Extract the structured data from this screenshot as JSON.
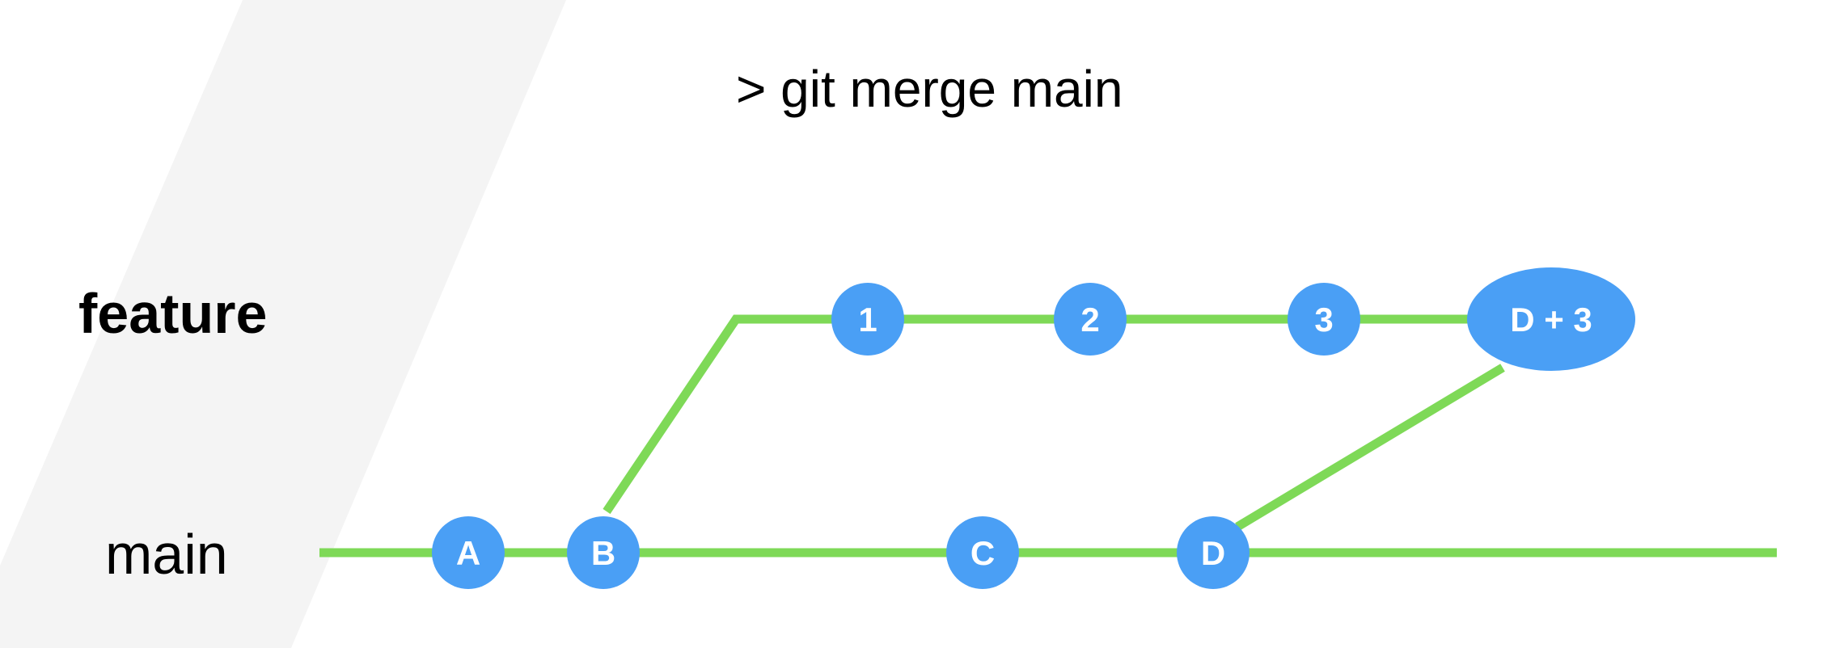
{
  "command": "> git merge main",
  "branches": {
    "feature": "feature",
    "main": "main"
  },
  "commits": {
    "A": "A",
    "B": "B",
    "C": "C",
    "D": "D",
    "c1": "1",
    "c2": "2",
    "c3": "3",
    "merge": "D + 3"
  },
  "colors": {
    "line": "#7ed957",
    "node": "#4a9ff5",
    "node_text": "#ffffff",
    "band": "#f4f4f4"
  }
}
